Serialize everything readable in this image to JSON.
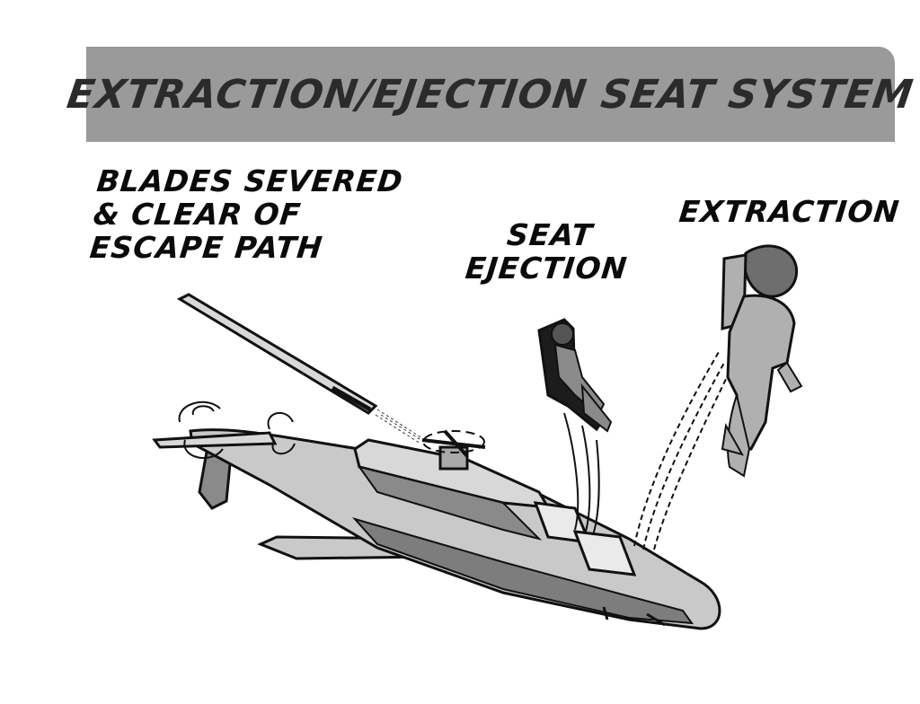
{
  "banner": {
    "title": "EXTRACTION/EJECTION SEAT SYSTEM"
  },
  "labels": {
    "blades": [
      "BLADES SEVERED",
      "& CLEAR OF",
      "ESCAPE PATH"
    ],
    "seat_ejection": [
      "SEAT",
      "EJECTION"
    ],
    "extraction": "EXTRACTION"
  },
  "colors": {
    "banner": "#9a9a9a",
    "fuselage": "#c9c9c9",
    "dark_panel": "#7d7d7d",
    "ink": "#111111"
  }
}
